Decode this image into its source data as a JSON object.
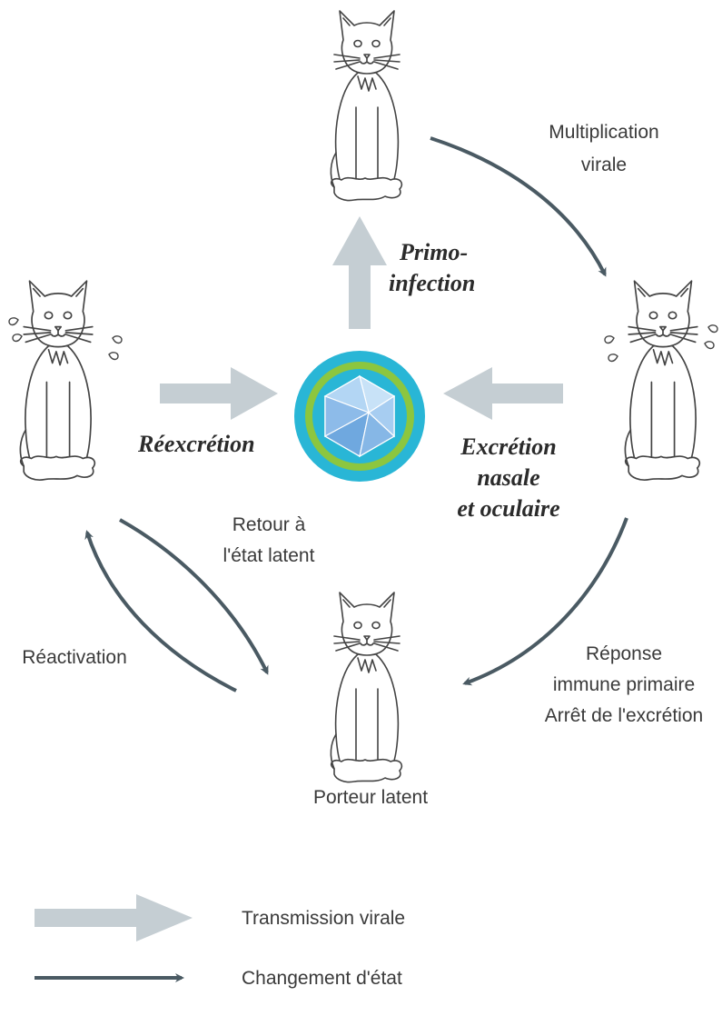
{
  "labels": {
    "primo_1": "Primo-",
    "primo_2": "infection",
    "multiplication_1": "Multiplication",
    "multiplication_2": "virale",
    "reexcretion": "Réexcrétion",
    "excretion_1": "Excrétion",
    "excretion_2": "nasale",
    "excretion_3": "et oculaire",
    "retour_1": "Retour à",
    "retour_2": "l'état latent",
    "reactivation": "Réactivation",
    "reponse_1": "Réponse",
    "reponse_2": "immune primaire",
    "reponse_3": "Arrêt de l'excrétion",
    "porteur": "Porteur latent"
  },
  "legend": {
    "transmission": "Transmission virale",
    "changement": "Changement d'état"
  },
  "colors": {
    "transmission_arrow": "#c5ced3",
    "state_arrow": "#4a5a63",
    "virus_outer": "#29b6d6",
    "virus_ring": "#8cc63f",
    "virus_inner": "#7fb8e8"
  },
  "icons": [
    "cat-healthy-top",
    "cat-sneezing-right",
    "cat-sneezing-left",
    "cat-latent-bottom",
    "virus-capsid-icon"
  ]
}
